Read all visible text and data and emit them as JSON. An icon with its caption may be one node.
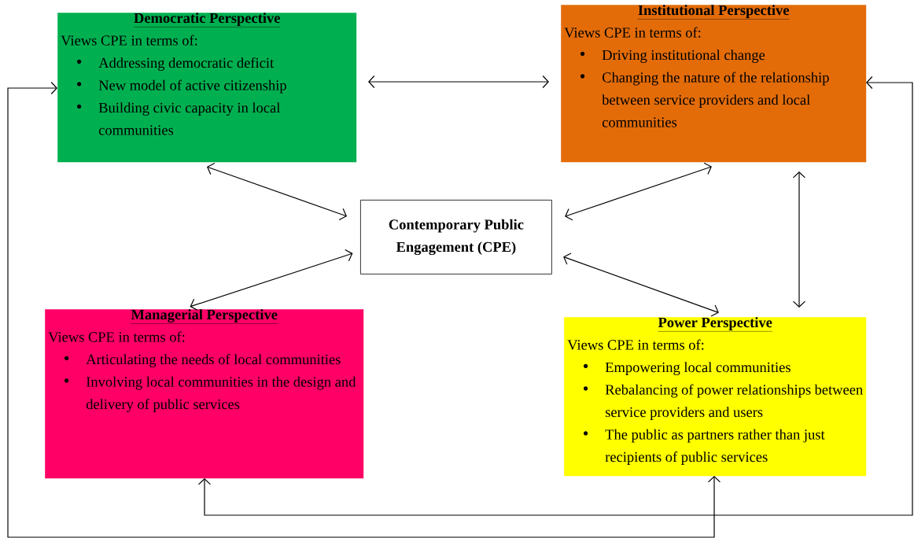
{
  "diagram": {
    "nodes": [
      {
        "text": [
          "Democratic Perspective",
          "Views CPE in terms of:",
          "Addressing democratic deficit",
          "New model of active citizenship",
          "Building civic capacity in local communities"
        ]
      },
      {
        "text": [
          "Institutional Perspective",
          "Views CPE in terms of:",
          "Driving institutional change",
          "Changing the nature of the relationship between service providers and local communities"
        ]
      },
      {
        "text": [
          "Contemporary Public Engagement (CPE)"
        ]
      },
      {
        "text": [
          "Managerial Perspective",
          "Views CPE in terms of:",
          "Articulating the needs of local communities",
          "Involving local communities in the design and delivery of public services"
        ]
      },
      {
        "text": [
          "Power Perspective",
          "Views CPE in terms of:",
          "Empowering local communities",
          "Rebalancing of power relationships between service providers and users",
          "The public as partners rather than just recipients of public services"
        ]
      }
    ],
    "edges": [
      {
        "from": 0,
        "to": 1,
        "arrow": "both"
      },
      {
        "from": 0,
        "to": 2,
        "arrow": "both"
      },
      {
        "from": 1,
        "to": 2,
        "arrow": "both"
      },
      {
        "from": 3,
        "to": 2,
        "arrow": "both"
      },
      {
        "from": 4,
        "to": 2,
        "arrow": "both"
      },
      {
        "from": 1,
        "to": 4,
        "arrow": "both"
      },
      {
        "from": 4,
        "to": 0,
        "arrow": "both"
      },
      {
        "from": 3,
        "to": 1,
        "arrow": "both"
      }
    ]
  }
}
